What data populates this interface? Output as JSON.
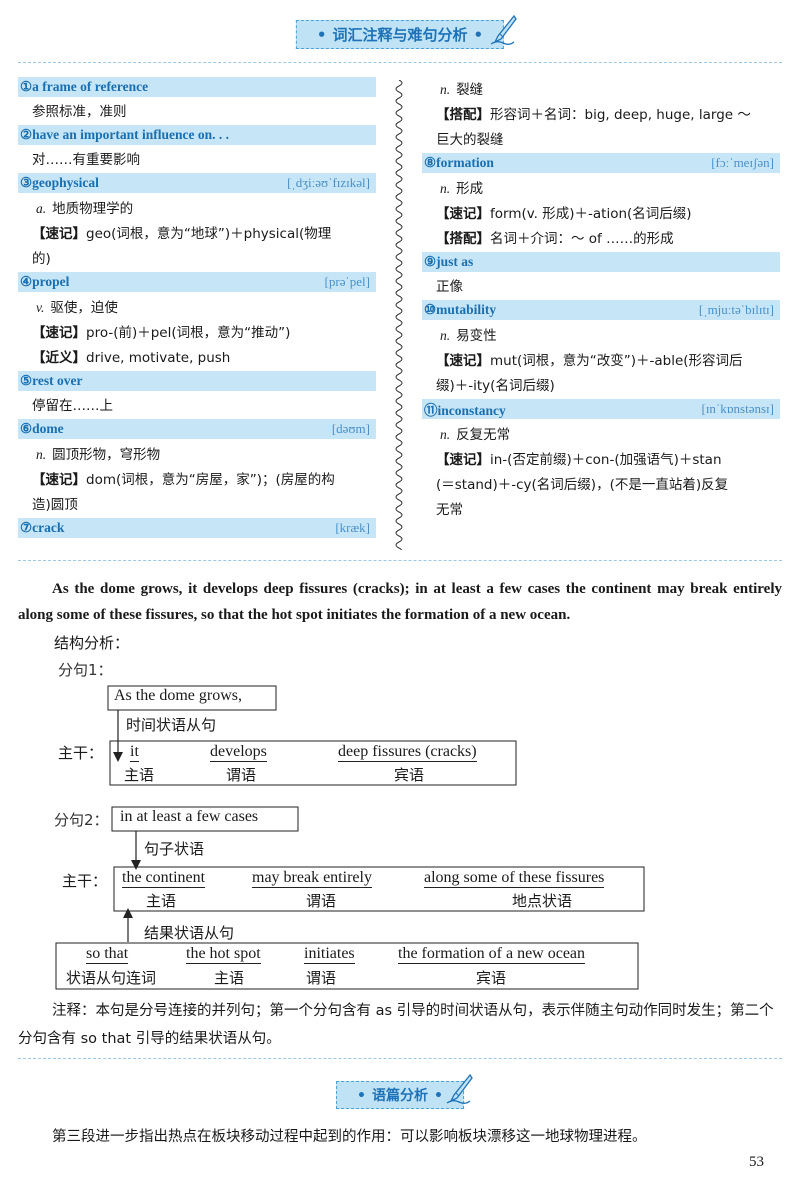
{
  "header": {
    "title": "词汇注释与难句分析",
    "icon": "pen-icon"
  },
  "left_entries": [
    {
      "num": "①",
      "word": "a frame of reference",
      "phon": "",
      "lines": [
        {
          "tag": "",
          "pos": "",
          "text": "参照标准，准则"
        }
      ]
    },
    {
      "num": "②",
      "word": "have an important influence on. . .",
      "phon": "",
      "lines": [
        {
          "tag": "",
          "pos": "",
          "text": "对……有重要影响"
        }
      ]
    },
    {
      "num": "③",
      "word": "geophysical",
      "phon": "[ˌdʒiːəʊˈfɪzɪkəl]",
      "lines": [
        {
          "tag": "",
          "pos": "a.",
          "text": "地质物理学的"
        },
        {
          "tag": "【速记】",
          "pos": "",
          "text": "geo(词根，意为“地球”)＋physical(物理"
        },
        {
          "tag": "",
          "pos": "",
          "text": "的)"
        }
      ]
    },
    {
      "num": "④",
      "word": "propel",
      "phon": "[prəˈpel]",
      "lines": [
        {
          "tag": "",
          "pos": "v.",
          "text": "驱使，迫使"
        },
        {
          "tag": "【速记】",
          "pos": "",
          "text": "pro-(前)＋pel(词根，意为“推动”)"
        },
        {
          "tag": "【近义】",
          "pos": "",
          "text": "drive, motivate, push"
        }
      ]
    },
    {
      "num": "⑤",
      "word": "rest over",
      "phon": "",
      "lines": [
        {
          "tag": "",
          "pos": "",
          "text": "停留在……上"
        }
      ]
    },
    {
      "num": "⑥",
      "word": "dome",
      "phon": "[dəʊm]",
      "lines": [
        {
          "tag": "",
          "pos": "n.",
          "text": "圆顶形物，穹形物"
        },
        {
          "tag": "【速记】",
          "pos": "",
          "text": "dom(词根，意为“房屋，家”)；(房屋的构"
        },
        {
          "tag": "",
          "pos": "",
          "text": "造)圆顶"
        }
      ]
    },
    {
      "num": "⑦",
      "word": "crack",
      "phon": "[kræk]",
      "lines": []
    }
  ],
  "right_pre_lines": [
    {
      "tag": "",
      "pos": "n.",
      "text": "裂缝"
    },
    {
      "tag": "【搭配】",
      "pos": "",
      "text": "形容词＋名词：big, deep, huge, large ～"
    },
    {
      "tag": "",
      "pos": "",
      "text": "巨大的裂缝"
    }
  ],
  "right_entries": [
    {
      "num": "⑧",
      "word": "formation",
      "phon": "[fɔːˈmeɪʃən]",
      "lines": [
        {
          "tag": "",
          "pos": "n.",
          "text": "形成"
        },
        {
          "tag": "【速记】",
          "pos": "",
          "text": "form(v. 形成)＋-ation(名词后缀)"
        },
        {
          "tag": "【搭配】",
          "pos": "",
          "text": "名词＋介词：～ of ……的形成"
        }
      ]
    },
    {
      "num": "⑨",
      "word": "just as",
      "phon": "",
      "lines": [
        {
          "tag": "",
          "pos": "",
          "text": "正像"
        }
      ]
    },
    {
      "num": "⑩",
      "word": "mutability",
      "phon": "[ˌmjuːtəˈbɪlɪtɪ]",
      "lines": [
        {
          "tag": "",
          "pos": "n.",
          "text": "易变性"
        },
        {
          "tag": "【速记】",
          "pos": "",
          "text": "mut(词根，意为“改变”)＋-able(形容词后"
        },
        {
          "tag": "",
          "pos": "",
          "text": "缀)＋-ity(名词后缀)"
        }
      ]
    },
    {
      "num": "⑪",
      "word": "inconstancy",
      "phon": "[ɪnˈkɒnstənsɪ]",
      "lines": [
        {
          "tag": "",
          "pos": "n.",
          "text": "反复无常"
        },
        {
          "tag": "【速记】",
          "pos": "",
          "text": "in-(否定前缀)＋con-(加强语气)＋stan"
        },
        {
          "tag": "",
          "pos": "",
          "text": "(＝stand)＋-cy(名词后缀)，(不是一直站着)反复"
        },
        {
          "tag": "",
          "pos": "",
          "text": "无常"
        }
      ]
    }
  ],
  "sentence": "As the dome grows, it develops deep fissures (cracks); in at least a few cases the continent may break entirely along some of these fissures, so that the hot spot initiates the formation of a new ocean.",
  "structure_label": "结构分析：",
  "clause1": {
    "label": "分句1：",
    "adverbial": "As the dome grows,",
    "adverbial_note": "时间状语从句",
    "main_label": "主干：",
    "subject": "it",
    "subject_role": "主语",
    "predicate": "develops",
    "predicate_role": "谓语",
    "object": "deep fissures (cracks)",
    "object_role": "宾语"
  },
  "clause2": {
    "label": "分句2：",
    "adverbial": "in at least a few cases",
    "adverbial_note": "句子状语",
    "main_label": "主干：",
    "subject": "the continent",
    "subject_role": "主语",
    "predicate": "may break entirely",
    "predicate_role": "谓语",
    "place": "along some of these fissures",
    "place_role": "地点状语",
    "result_note": "结果状语从句",
    "conj": "so that",
    "conj_role": "状语从句连词",
    "r_subject": "the hot spot",
    "r_subject_role": "主语",
    "r_predicate": "initiates",
    "r_predicate_role": "谓语",
    "r_object": "the formation of a new ocean",
    "r_object_role": "宾语"
  },
  "note": "注释：本句是分号连接的并列句；第一个分句含有 as 引导的时间状语从句，表示伴随主句动作同时发生；第二个分句含有 so that 引导的结果状语从句。",
  "section2": {
    "title": "语篇分析",
    "icon": "pen-icon"
  },
  "discourse": "第三段进一步指出热点在板块移动过程中起到的作用：可以影响板块漂移这一地球物理进程。",
  "page_number": "53"
}
